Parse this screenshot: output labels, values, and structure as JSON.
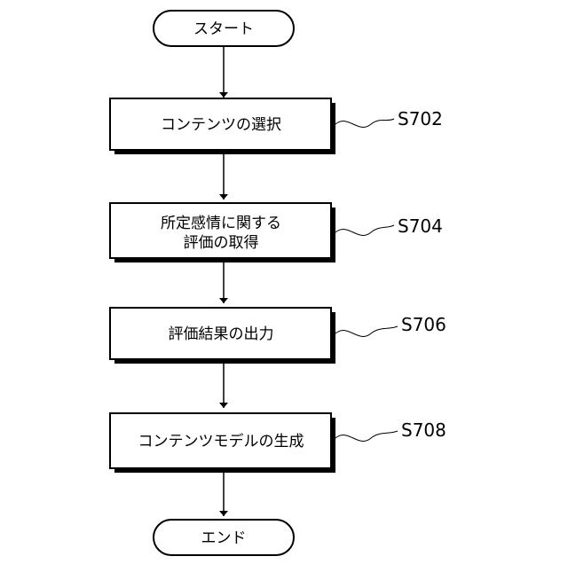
{
  "diagram": {
    "start": "スタート",
    "steps": [
      {
        "lines": [
          "コンテンツの選択"
        ],
        "label": "S702"
      },
      {
        "lines": [
          "所定感情に関する",
          "評価の取得"
        ],
        "label": "S704"
      },
      {
        "lines": [
          "評価結果の出力"
        ],
        "label": "S706"
      },
      {
        "lines": [
          "コンテンツモデルの生成"
        ],
        "label": "S708"
      }
    ],
    "end": "エンド"
  }
}
